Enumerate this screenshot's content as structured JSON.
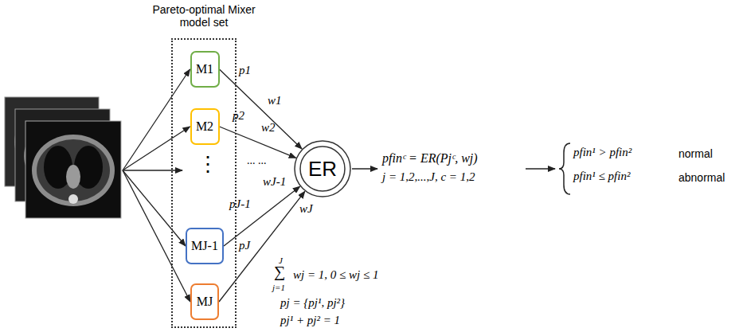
{
  "diagram": {
    "nodes": [
      {
        "text": [
          "Pareto-optimal Mixer model set"
        ]
      },
      {
        "text": [
          "M1"
        ],
        "in": 0
      },
      {
        "text": [
          "M2"
        ],
        "in": 0
      },
      {
        "text": [
          "MJ-1"
        ],
        "in": 0
      },
      {
        "text": [
          "MJ"
        ],
        "in": 0
      },
      {
        "text": [
          "ER"
        ]
      }
    ],
    "edges": [
      {
        "from": 1,
        "to": 5,
        "label": "p1",
        "arrow": "to"
      },
      {
        "from": 2,
        "to": 5,
        "label": "p2",
        "arrow": "to"
      },
      {
        "from": 3,
        "to": 5,
        "label": "pJ-1",
        "arrow": "to"
      },
      {
        "from": 4,
        "to": 5,
        "label": "pJ",
        "arrow": "to"
      }
    ],
    "labels": [
      "⋮",
      "w1",
      "w2",
      "... ...",
      "wJ-1",
      "wJ",
      "J",
      "∑",
      "j=1",
      "wj = 1, 0 ≤ wj ≤ 1",
      "pj = {pj¹, pj²}",
      "pj¹ + pj² = 1",
      "pfinᶜ = ER(Pjᶜ, wj)",
      "j = 1,2,...,J, c = 1,2",
      "pfin¹ > pfin²",
      "normal",
      "pfin¹ ≤ pfin²",
      "abnormal"
    ]
  }
}
